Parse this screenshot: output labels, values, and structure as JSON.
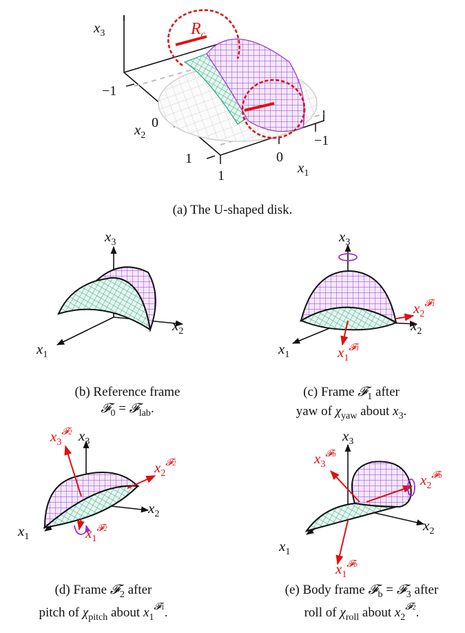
{
  "panel_a": {
    "axes": {
      "x1": "x1",
      "x2": "x2",
      "x3": "x3"
    },
    "ticks": {
      "x1_neg": "−1",
      "x1_zero": "0",
      "x1_pos": "1",
      "x2_neg": "−1",
      "x2_zero": "0",
      "x2_pos": "1"
    },
    "radius_label": "Rc",
    "caption": "(a) The U-shaped disk."
  },
  "panel_b": {
    "caption_line1": "(b) Reference frame",
    "caption_line2": "F0 = Flab."
  },
  "panel_c": {
    "caption_line1": "(c) Frame F1 after",
    "caption_line2": "yaw of χyaw about x3."
  },
  "panel_d": {
    "caption_line1": "(d) Frame F2 after",
    "caption_line2": "pitch of χpitch about x1F1."
  },
  "panel_e": {
    "caption_line1": "(e) Body frame Fb = F3 after",
    "caption_line2": "roll of χroll about x2F2."
  },
  "colors": {
    "purple": "#9b2fd6",
    "green": "#1fa57f",
    "red": "#e01010",
    "gray": "#cfcfcf"
  }
}
